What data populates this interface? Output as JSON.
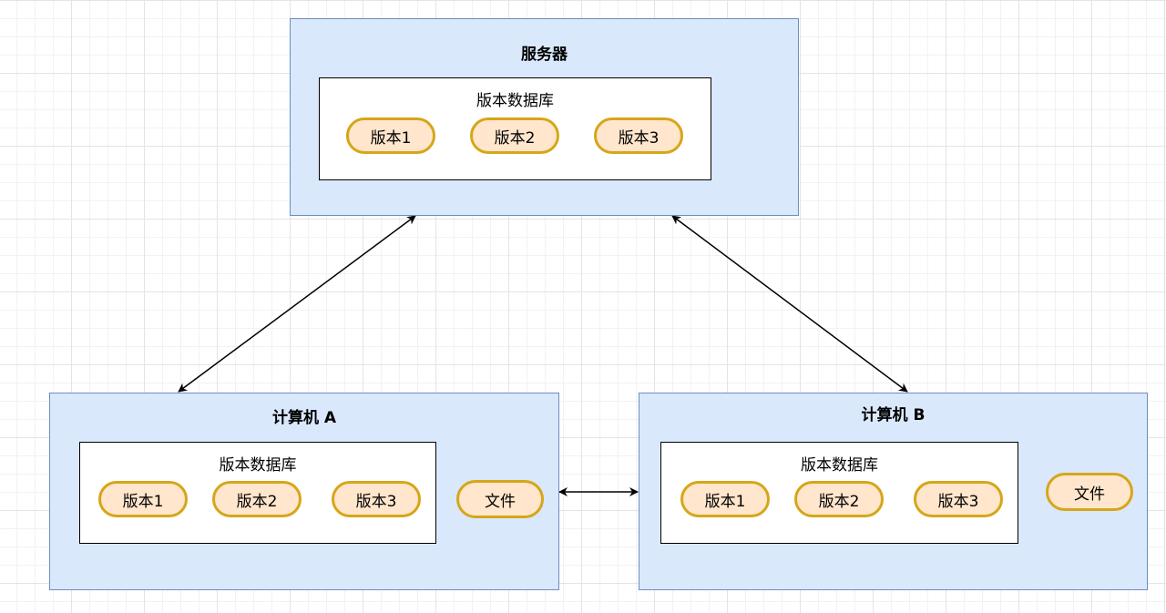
{
  "server": {
    "title": "服务器",
    "database": {
      "title": "版本数据库",
      "versions": [
        "版本1",
        "版本2",
        "版本3"
      ]
    }
  },
  "computer_a": {
    "title": "计算机 A",
    "database": {
      "title": "版本数据库",
      "versions": [
        "版本1",
        "版本2",
        "版本3"
      ]
    },
    "file_label": "文件"
  },
  "computer_b": {
    "title": "计算机 B",
    "database": {
      "title": "版本数据库",
      "versions": [
        "版本1",
        "版本2",
        "版本3"
      ]
    },
    "file_label": "文件"
  },
  "colors": {
    "container_fill": "#dae8fc",
    "container_border": "#6c8ebf",
    "pill_fill": "#ffe6cc",
    "pill_border": "#d6a619"
  }
}
